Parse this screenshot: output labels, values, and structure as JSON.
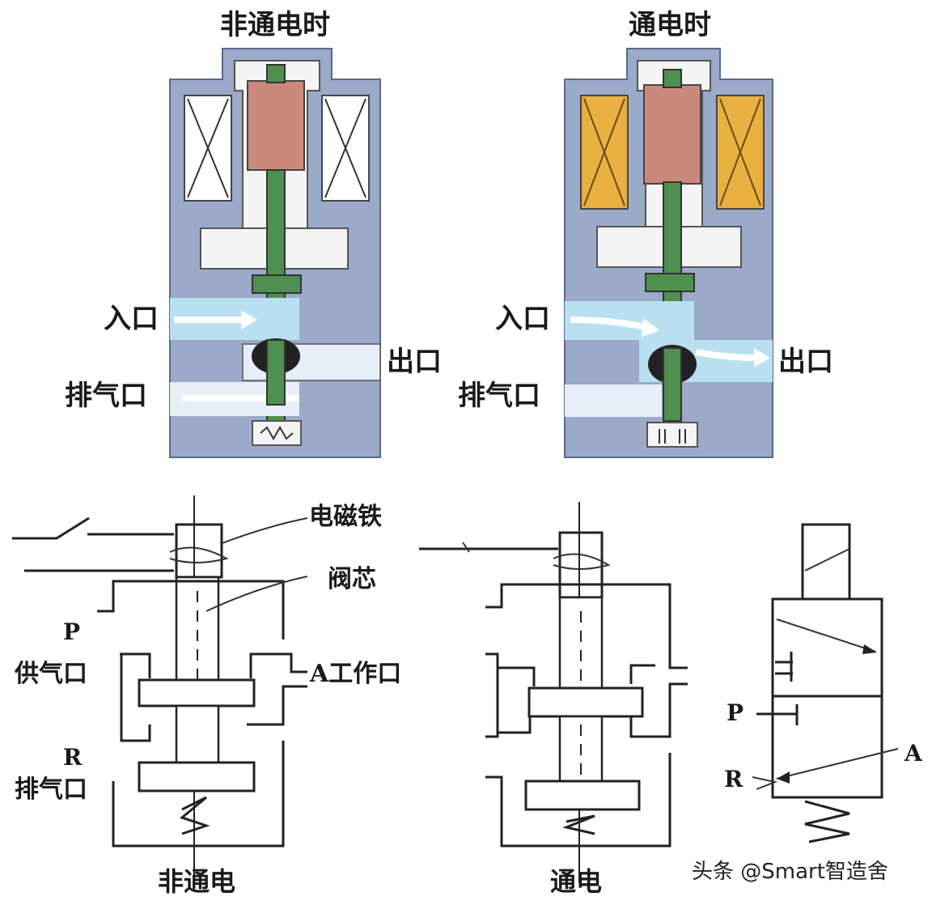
{
  "top_left": {
    "title": "非通电时",
    "inlet": "入口",
    "exhaust": "排气口"
  },
  "top_right": {
    "title": "通电时",
    "inlet": "入口",
    "outlet": "出口",
    "exhaust": "排气口"
  },
  "top_shared_outlet": "出口",
  "schematic": {
    "electromagnet": "电磁铁",
    "valve_core": "阀芯",
    "p_letter": "P",
    "supply_port": "供气口",
    "work_port": "A工作口",
    "r_letter": "R",
    "exhaust_port": "排气口",
    "label_off": "非通电",
    "label_on": "通电"
  },
  "symbol": {
    "p": "P",
    "r": "R",
    "a": "A"
  },
  "watermark": "头条 @Smart智造舍",
  "colors": {
    "body": "#9aaac8",
    "body_dark": "#7a8aa8",
    "coil_off": "#ffffff",
    "coil_on": "#e8b040",
    "armature": "#c98a7c",
    "stem": "#4f8f4f",
    "flow": "#b8e0f0"
  }
}
